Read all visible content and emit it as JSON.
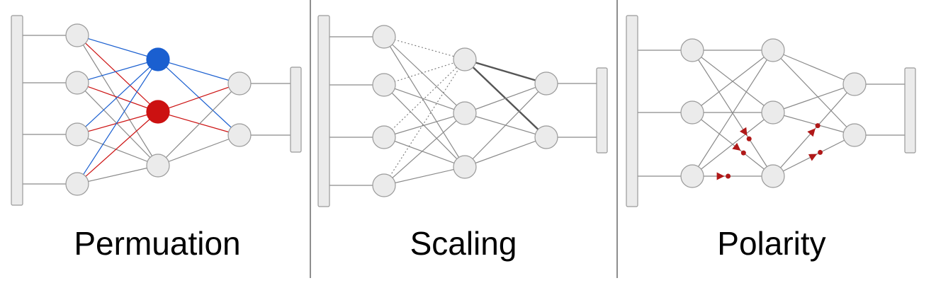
{
  "panels": [
    {
      "title": "Permuation"
    },
    {
      "title": "Scaling"
    },
    {
      "title": "Polarity"
    }
  ],
  "colors": {
    "node_fill": "#ebebeb",
    "node_stroke": "#9a9a9a",
    "edge": "#8a8a8a",
    "edge_strong": "#555555",
    "blue": "#1a5fd0",
    "red": "#cc1111",
    "marker_red": "#b01818",
    "divider": "#444444"
  }
}
